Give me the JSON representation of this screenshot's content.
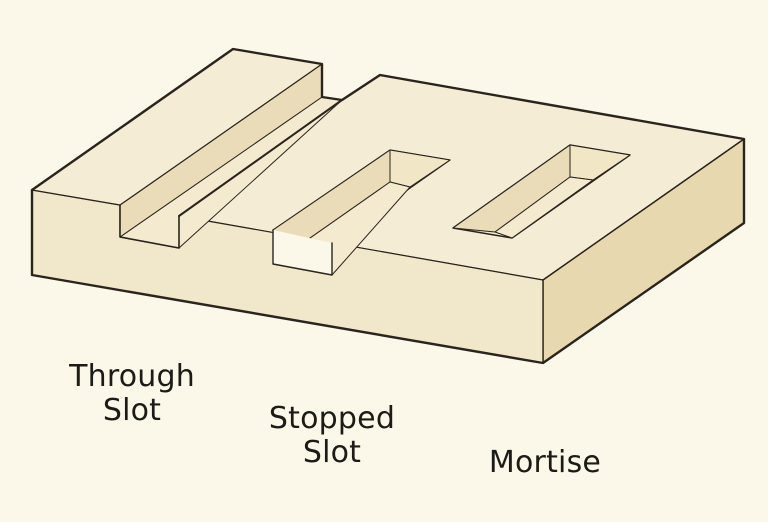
{
  "diagram": {
    "type": "isometric woodworking joint illustration",
    "colors": {
      "background": "#fbf8ea",
      "top_face": "#f4ecd4",
      "front_face": "#f1e8cc",
      "side_face": "#e9dab4",
      "slot_wall": "#eadcb8",
      "outline": "#2a241c"
    },
    "labels": [
      {
        "id": "through-slot",
        "lines": [
          "Through",
          "Slot"
        ]
      },
      {
        "id": "stopped-slot",
        "lines": [
          "Stopped",
          "Slot"
        ]
      },
      {
        "id": "mortise",
        "lines": [
          "Mortise"
        ]
      }
    ]
  }
}
